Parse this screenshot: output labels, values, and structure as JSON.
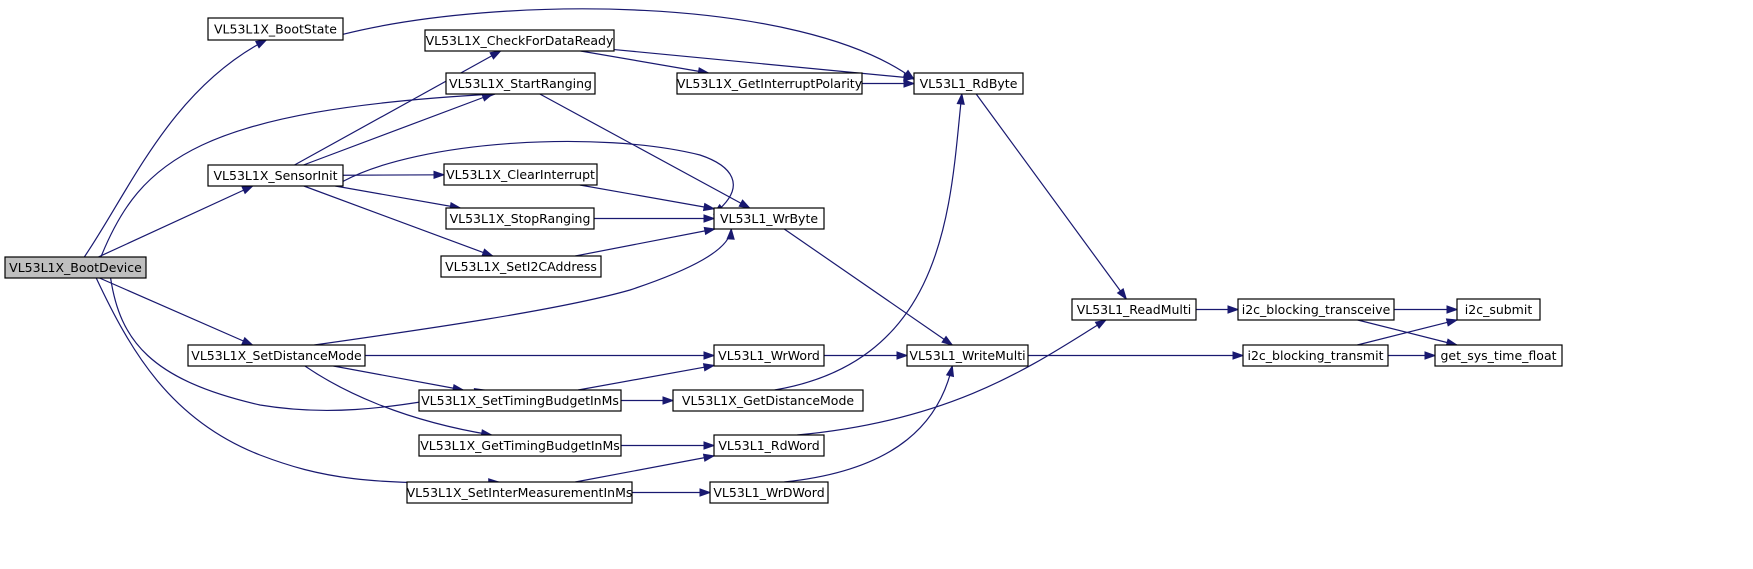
{
  "diagram": {
    "type": "call-graph",
    "root": "VL53L1X_BootDevice",
    "nodes": [
      {
        "id": "BootDevice",
        "label": "VL53L1X_BootDevice",
        "root": true
      },
      {
        "id": "BootState",
        "label": "VL53L1X_BootState"
      },
      {
        "id": "SensorInit",
        "label": "VL53L1X_SensorInit"
      },
      {
        "id": "SetDistanceMode",
        "label": "VL53L1X_SetDistanceMode"
      },
      {
        "id": "CheckForDataReady",
        "label": "VL53L1X_CheckForDataReady"
      },
      {
        "id": "StartRanging",
        "label": "VL53L1X_StartRanging"
      },
      {
        "id": "ClearInterrupt",
        "label": "VL53L1X_ClearInterrupt"
      },
      {
        "id": "StopRanging",
        "label": "VL53L1X_StopRanging"
      },
      {
        "id": "SetI2CAddress",
        "label": "VL53L1X_SetI2CAddress"
      },
      {
        "id": "SetTimingBudgetInMs",
        "label": "VL53L1X_SetTimingBudgetInMs"
      },
      {
        "id": "GetTimingBudgetInMs",
        "label": "VL53L1X_GetTimingBudgetInMs"
      },
      {
        "id": "SetInterMeasurementInMs",
        "label": "VL53L1X_SetInterMeasurementInMs"
      },
      {
        "id": "GetInterruptPolarity",
        "label": "VL53L1X_GetInterruptPolarity"
      },
      {
        "id": "WrByte",
        "label": "VL53L1_WrByte"
      },
      {
        "id": "WrWord",
        "label": "VL53L1_WrWord"
      },
      {
        "id": "GetDistanceMode",
        "label": "VL53L1X_GetDistanceMode"
      },
      {
        "id": "RdWord",
        "label": "VL53L1_RdWord"
      },
      {
        "id": "WrDWord",
        "label": "VL53L1_WrDWord"
      },
      {
        "id": "RdByte",
        "label": "VL53L1_RdByte"
      },
      {
        "id": "WriteMulti",
        "label": "VL53L1_WriteMulti"
      },
      {
        "id": "ReadMulti",
        "label": "VL53L1_ReadMulti"
      },
      {
        "id": "i2c_blocking_transceive",
        "label": "i2c_blocking_transceive"
      },
      {
        "id": "i2c_blocking_transmit",
        "label": "i2c_blocking_transmit"
      },
      {
        "id": "i2c_submit",
        "label": "i2c_submit"
      },
      {
        "id": "get_sys_time_float",
        "label": "get_sys_time_float"
      }
    ],
    "edges": [
      {
        "from": "BootDevice",
        "to": "BootState"
      },
      {
        "from": "BootDevice",
        "to": "StartRanging"
      },
      {
        "from": "BootDevice",
        "to": "SensorInit"
      },
      {
        "from": "BootDevice",
        "to": "SetDistanceMode"
      },
      {
        "from": "BootDevice",
        "to": "SetTimingBudgetInMs"
      },
      {
        "from": "BootDevice",
        "to": "SetInterMeasurementInMs"
      },
      {
        "from": "BootState",
        "to": "RdByte"
      },
      {
        "from": "SensorInit",
        "to": "CheckForDataReady"
      },
      {
        "from": "SensorInit",
        "to": "StartRanging"
      },
      {
        "from": "SensorInit",
        "to": "WrByte"
      },
      {
        "from": "SensorInit",
        "to": "ClearInterrupt"
      },
      {
        "from": "SensorInit",
        "to": "StopRanging"
      },
      {
        "from": "SensorInit",
        "to": "SetI2CAddress"
      },
      {
        "from": "CheckForDataReady",
        "to": "RdByte"
      },
      {
        "from": "CheckForDataReady",
        "to": "GetInterruptPolarity"
      },
      {
        "from": "GetInterruptPolarity",
        "to": "RdByte"
      },
      {
        "from": "StartRanging",
        "to": "WrByte"
      },
      {
        "from": "ClearInterrupt",
        "to": "WrByte"
      },
      {
        "from": "StopRanging",
        "to": "WrByte"
      },
      {
        "from": "SetI2CAddress",
        "to": "WrByte"
      },
      {
        "from": "SetDistanceMode",
        "to": "WrByte"
      },
      {
        "from": "SetDistanceMode",
        "to": "WrWord"
      },
      {
        "from": "SetDistanceMode",
        "to": "SetTimingBudgetInMs"
      },
      {
        "from": "SetDistanceMode",
        "to": "GetTimingBudgetInMs"
      },
      {
        "from": "SetTimingBudgetInMs",
        "to": "WrWord"
      },
      {
        "from": "SetTimingBudgetInMs",
        "to": "GetDistanceMode"
      },
      {
        "from": "GetDistanceMode",
        "to": "RdByte"
      },
      {
        "from": "GetTimingBudgetInMs",
        "to": "RdWord"
      },
      {
        "from": "SetInterMeasurementInMs",
        "to": "RdWord"
      },
      {
        "from": "SetInterMeasurementInMs",
        "to": "WrDWord"
      },
      {
        "from": "WrByte",
        "to": "WriteMulti"
      },
      {
        "from": "WrWord",
        "to": "WriteMulti"
      },
      {
        "from": "WrDWord",
        "to": "WriteMulti"
      },
      {
        "from": "RdByte",
        "to": "ReadMulti"
      },
      {
        "from": "RdWord",
        "to": "ReadMulti"
      },
      {
        "from": "ReadMulti",
        "to": "i2c_blocking_transceive"
      },
      {
        "from": "WriteMulti",
        "to": "i2c_blocking_transmit"
      },
      {
        "from": "i2c_blocking_transceive",
        "to": "i2c_submit"
      },
      {
        "from": "i2c_blocking_transceive",
        "to": "get_sys_time_float"
      },
      {
        "from": "i2c_blocking_transmit",
        "to": "i2c_submit"
      },
      {
        "from": "i2c_blocking_transmit",
        "to": "get_sys_time_float"
      }
    ]
  },
  "colors": {
    "edge": "#191970",
    "node_fill": "#ffffff",
    "root_fill": "#bfbfbf",
    "node_border": "#000000"
  }
}
